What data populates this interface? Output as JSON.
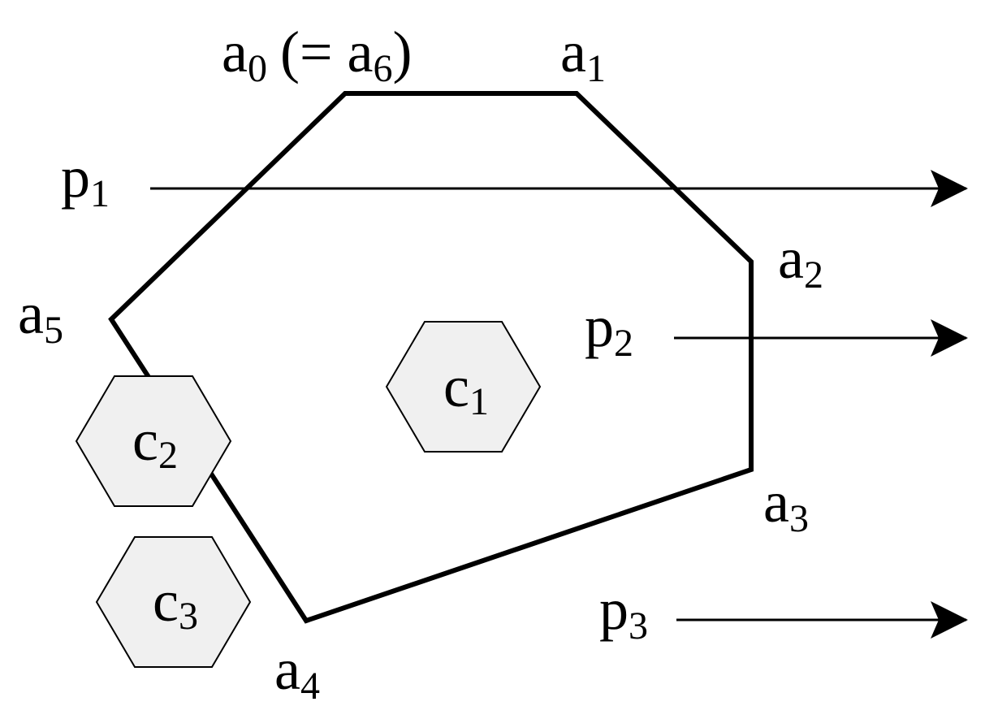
{
  "colors": {
    "stroke": "#000000",
    "hex_fill": "#f0f0f0",
    "background": "#ffffff"
  },
  "polygon": {
    "vertices": [
      {
        "id": "a0",
        "base": "a",
        "sub": "0",
        "suffix_text": "(= a",
        "suffix_sub": "6",
        "suffix_close": ")"
      },
      {
        "id": "a1",
        "base": "a",
        "sub": "1"
      },
      {
        "id": "a2",
        "base": "a",
        "sub": "2"
      },
      {
        "id": "a3",
        "base": "a",
        "sub": "3"
      },
      {
        "id": "a4",
        "base": "a",
        "sub": "4"
      },
      {
        "id": "a5",
        "base": "a",
        "sub": "5"
      }
    ]
  },
  "rays": [
    {
      "id": "p1",
      "base": "p",
      "sub": "1"
    },
    {
      "id": "p2",
      "base": "p",
      "sub": "2"
    },
    {
      "id": "p3",
      "base": "p",
      "sub": "3"
    }
  ],
  "hexagons": [
    {
      "id": "c1",
      "base": "c",
      "sub": "1"
    },
    {
      "id": "c2",
      "base": "c",
      "sub": "2"
    },
    {
      "id": "c3",
      "base": "c",
      "sub": "3"
    }
  ]
}
